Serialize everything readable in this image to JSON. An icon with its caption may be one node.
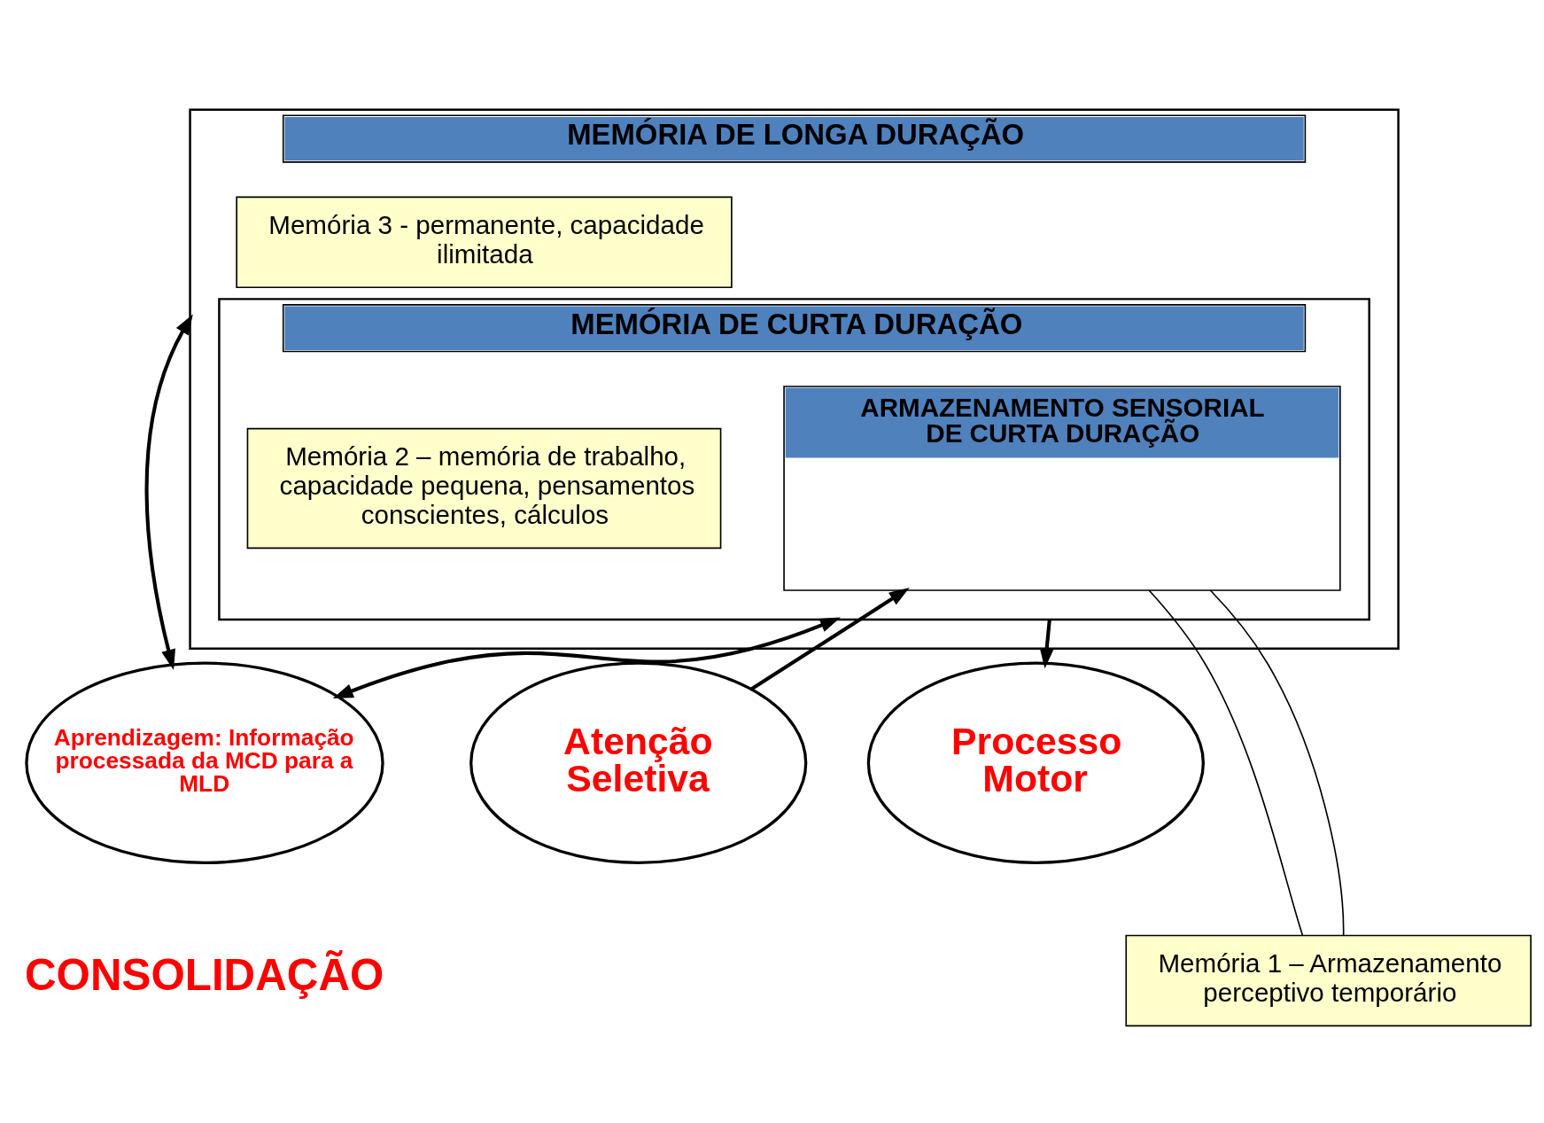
{
  "diagram": {
    "nodes": [
      {
        "text": [
          "MEMÓRIA DE LONGA DURAÇÃO"
        ]
      },
      {
        "text": [
          "Memória 3 - permanente, capacidade ilimitada"
        ],
        "in": 0
      },
      {
        "text": [
          "MEMÓRIA DE CURTA DURAÇÃO"
        ],
        "in": 0
      },
      {
        "text": [
          "ARMAZENAMENTO SENSORIAL DE CURTA DURAÇÃO"
        ],
        "in": 2
      },
      {
        "text": [
          "Memória 2 – memória de trabalho, capacidade pequena, pensamentos conscientes, cálculos"
        ],
        "in": 2
      },
      {
        "text": [
          "Atenção Seletiva"
        ]
      },
      {
        "text": [
          "Aprendizagem: Informação processada da MCD para a MLD"
        ]
      },
      {
        "text": [
          "Processo Motor"
        ]
      },
      {
        "text": [
          "Memória 1 – Armazenamento perceptivo temporário"
        ]
      }
    ],
    "edges": [
      {
        "from": 5,
        "to": 3,
        "arrow": "to"
      },
      {
        "from": 6,
        "to": 0,
        "arrow": "both"
      },
      {
        "from": 6,
        "to": 2,
        "arrow": "both"
      },
      {
        "from": 2,
        "to": 7,
        "arrow": "to"
      },
      {
        "from": 8,
        "to": 3,
        "arrow": "none"
      },
      {
        "from": 8,
        "to": 3,
        "arrow": "none"
      }
    ],
    "labels": [
      "CONSOLIDAÇÃO"
    ]
  }
}
